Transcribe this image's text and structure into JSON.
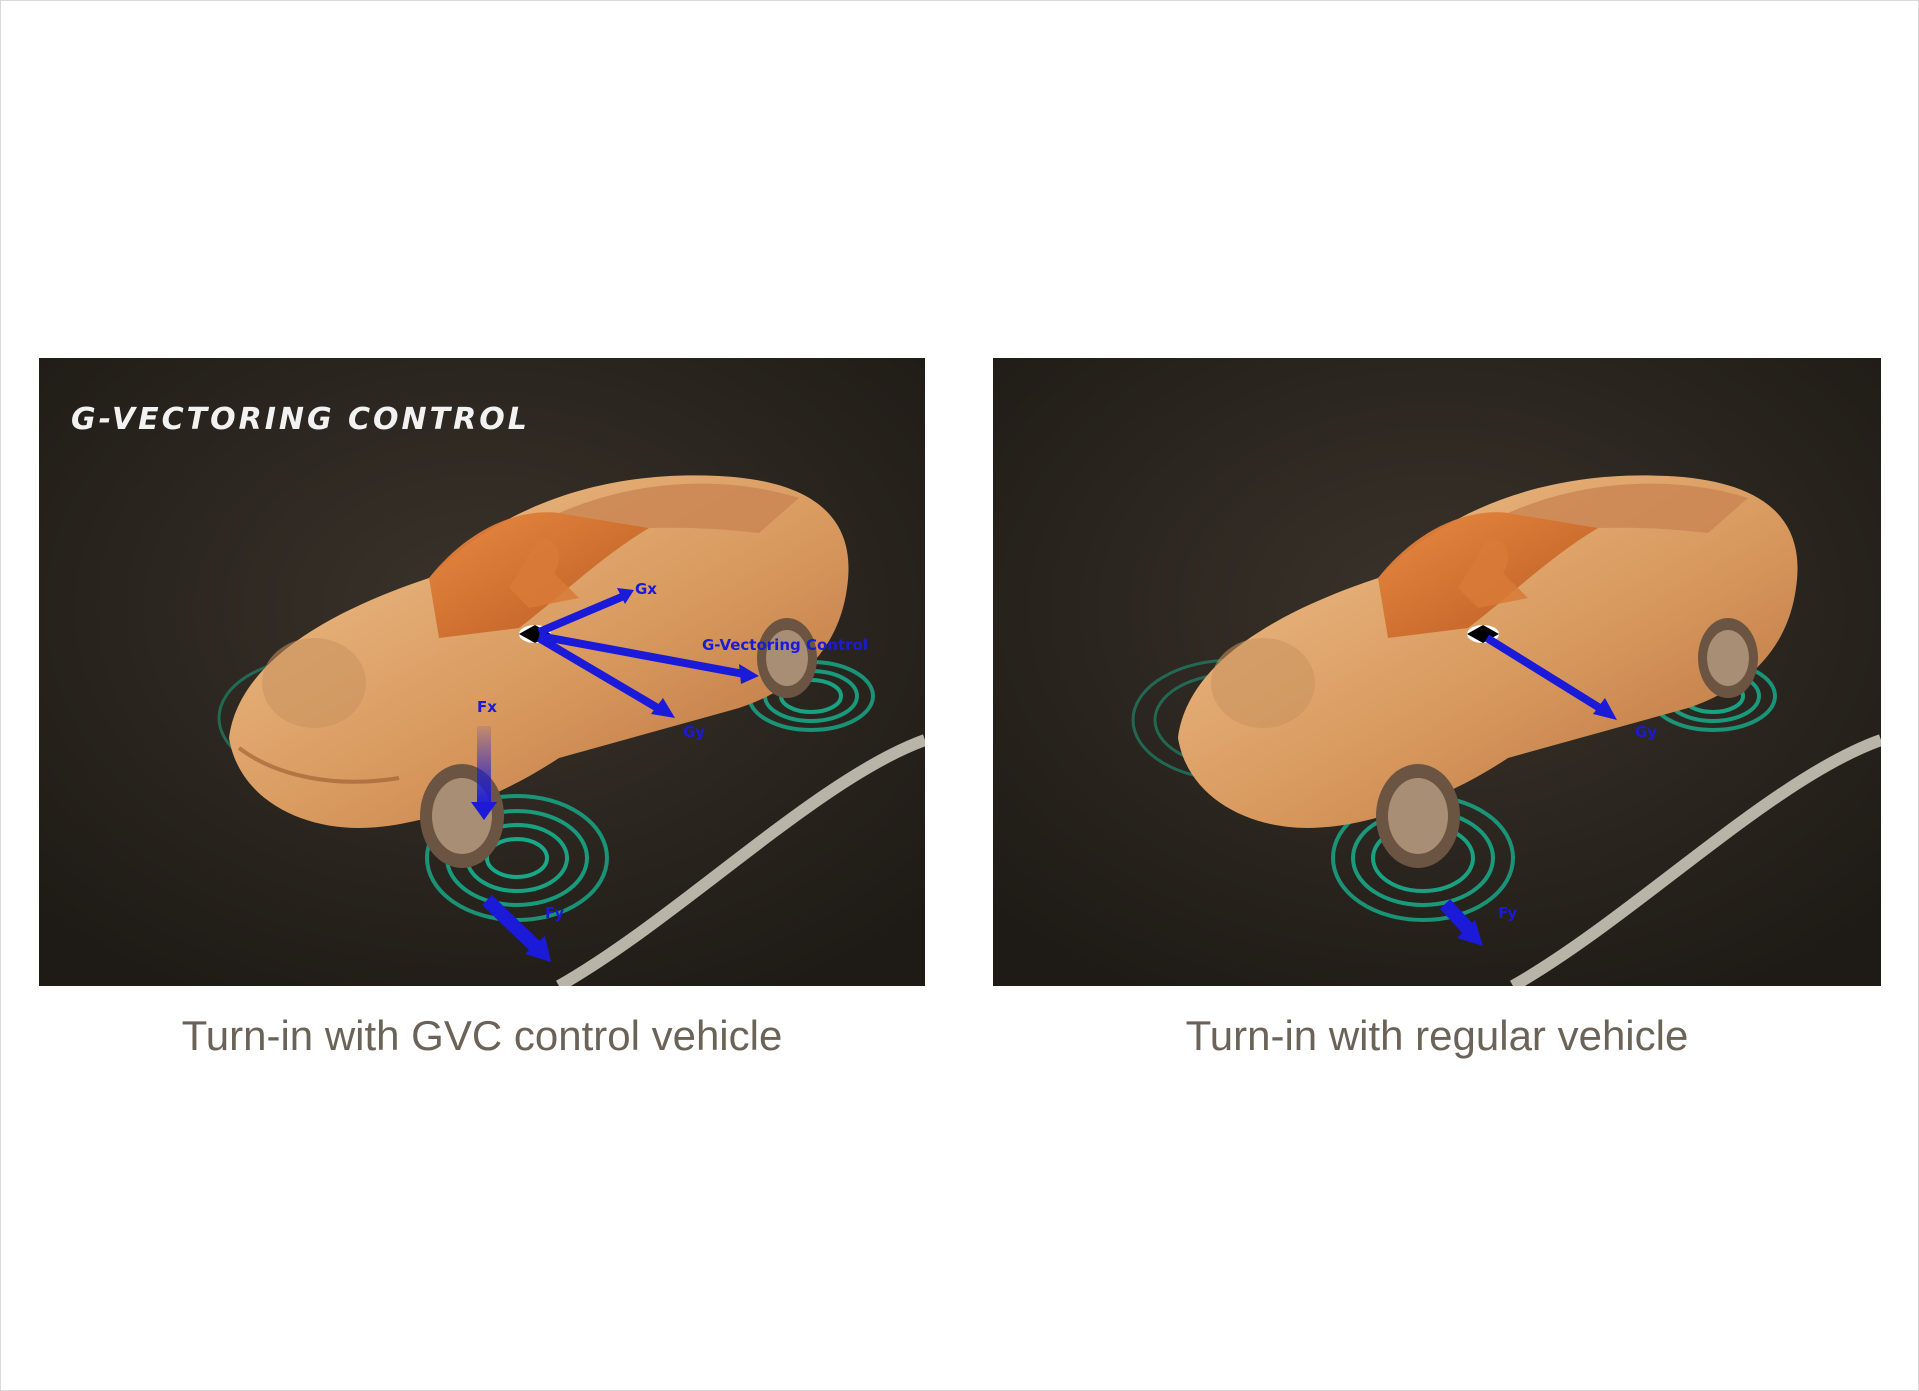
{
  "left_panel": {
    "title": "G-VECTORING CONTROL",
    "labels": {
      "gx": "Gx",
      "gvc": "G-Vectoring Control",
      "gy": "Gy",
      "fx": "Fx",
      "fy": "Fy"
    },
    "caption": "Turn-in with GVC control vehicle"
  },
  "right_panel": {
    "labels": {
      "gy": "Gy",
      "fy": "Fy"
    },
    "caption": "Turn-in with regular vehicle"
  },
  "colors": {
    "background": "#2a241e",
    "car_body": "#d9a06a",
    "vector": "#1a1ad8",
    "ring": "#16b894",
    "road_line": "#b8b4a8",
    "caption_text": "#6b6357"
  }
}
